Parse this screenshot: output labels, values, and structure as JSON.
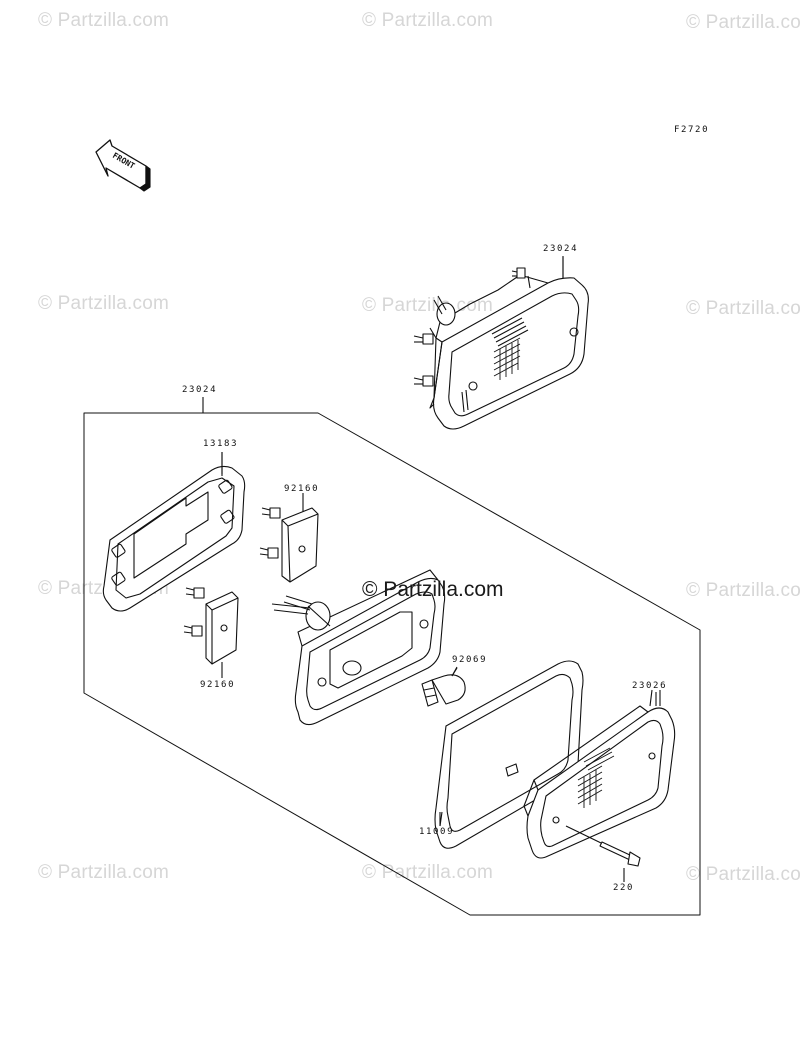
{
  "watermark": {
    "text": "© Partzilla.com",
    "center_text": "© Partzilla.com"
  },
  "figure_code": "F2720",
  "front_arrow_label": "FRONT",
  "callouts": {
    "assembly_upper": "23024",
    "assembly_lower": "23024",
    "plate": "13183",
    "socket_upper": "92160",
    "socket_lower": "92160",
    "bulb": "92069",
    "lens": "23026",
    "gasket": "11009",
    "screw": "220"
  }
}
